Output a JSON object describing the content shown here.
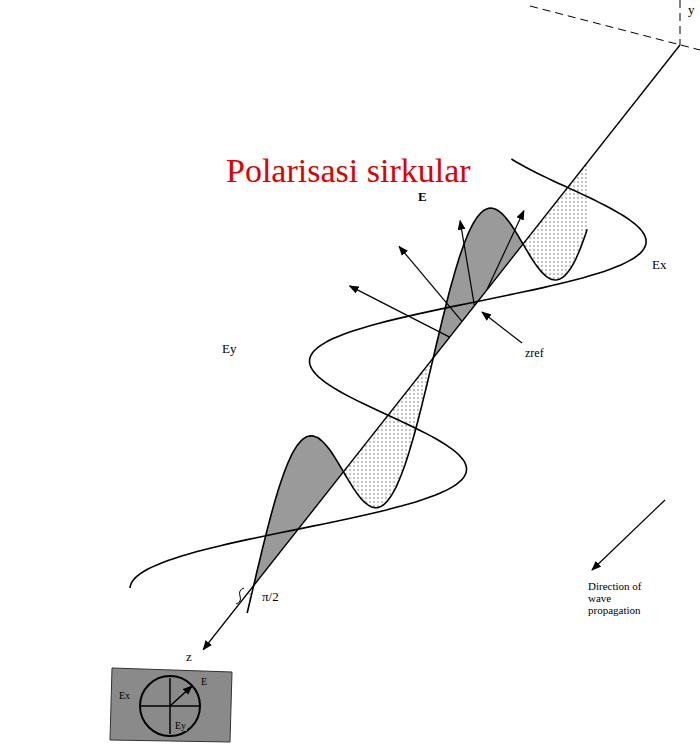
{
  "diagram": {
    "title": "Polarisasi sirkular",
    "labels": [
      "y",
      "E",
      "Ex",
      "zref",
      "Ey",
      "π/2",
      "z",
      "Direction of wave propagation",
      "Ex",
      "Ey",
      "E"
    ]
  }
}
